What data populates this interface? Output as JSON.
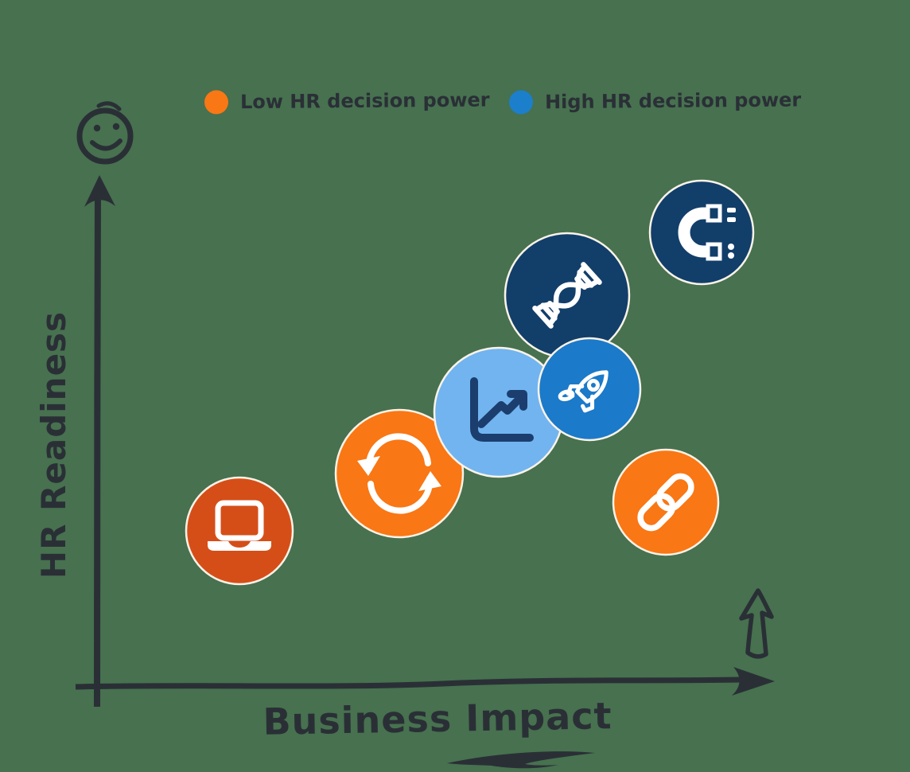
{
  "canvas": {
    "background_color": "#47714F",
    "ink_color": "#2A2F36"
  },
  "legend": {
    "items": [
      {
        "label": "Low HR decision power",
        "color": "#F97714"
      },
      {
        "label": "High HR decision power",
        "color": "#1B7FCB"
      }
    ]
  },
  "axes": {
    "y_label": "HR Readiness",
    "x_label": "Business Impact"
  },
  "chart_data": {
    "type": "scatter",
    "title": "",
    "xlabel": "Business Impact",
    "ylabel": "HR Readiness",
    "x_range": [
      0,
      1
    ],
    "y_range": [
      0,
      1
    ],
    "grid": false,
    "legend_position": "top",
    "legend": [
      "Low HR decision power",
      "High HR decision power"
    ],
    "bubbles": [
      {
        "icon": "laptop",
        "hr_decision_power": "low",
        "business_impact": 0.21,
        "hr_readiness": 0.31,
        "color": "#D54E18",
        "icon_color": "#FFFFFF"
      },
      {
        "icon": "sync-arrows",
        "hr_decision_power": "low",
        "business_impact": 0.45,
        "hr_readiness": 0.43,
        "color": "#F97714",
        "icon_color": "#FFFFFF"
      },
      {
        "icon": "dna",
        "hr_decision_power": "high",
        "business_impact": 0.7,
        "hr_readiness": 0.78,
        "color": "#123E6A",
        "icon_color": "#FFFFFF"
      },
      {
        "icon": "line-chart",
        "hr_decision_power": "high",
        "business_impact": 0.6,
        "hr_readiness": 0.55,
        "color": "#71B4F0",
        "icon_color": "#1B3E6F"
      },
      {
        "icon": "rocket",
        "hr_decision_power": "high",
        "business_impact": 0.73,
        "hr_readiness": 0.59,
        "color": "#1B7AC9",
        "icon_color": "#FFFFFF"
      },
      {
        "icon": "magnet",
        "hr_decision_power": "high",
        "business_impact": 0.9,
        "hr_readiness": 0.9,
        "color": "#123E6A",
        "icon_color": "#FFFFFF"
      },
      {
        "icon": "chain-link",
        "hr_decision_power": "low",
        "business_impact": 0.85,
        "hr_readiness": 0.37,
        "color": "#F97714",
        "icon_color": "#FFFFFF"
      }
    ],
    "annotations": [
      "smiley-face doodle at top of y-axis",
      "hand-drawn hollow up-arrow near right end of x-axis",
      "swoosh underline below x-axis label"
    ]
  }
}
